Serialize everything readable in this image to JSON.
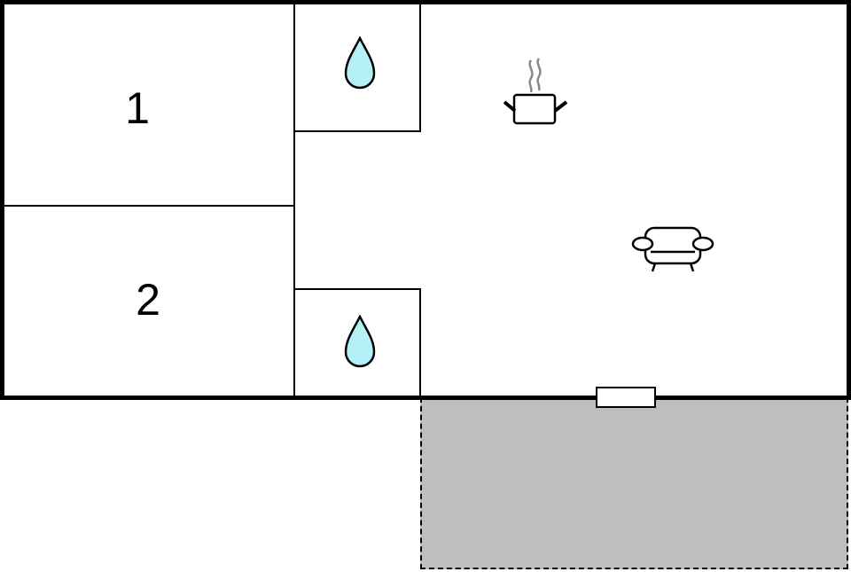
{
  "floor_plan": {
    "rooms": [
      {
        "id": "bedroom-1",
        "label": "1"
      },
      {
        "id": "bedroom-2",
        "label": "2"
      },
      {
        "id": "bathroom-1",
        "icon": "water-drop-icon"
      },
      {
        "id": "bathroom-2",
        "icon": "water-drop-icon"
      },
      {
        "id": "living-kitchen",
        "icons": [
          "cooking-pot-icon",
          "sofa-icon"
        ]
      }
    ],
    "terrace": {
      "fill": "#bebebf",
      "border": "dashed"
    },
    "colors": {
      "wall": "#000000",
      "water": "#b3f1f7",
      "terrace": "#bebebf",
      "steam": "#888888"
    }
  }
}
